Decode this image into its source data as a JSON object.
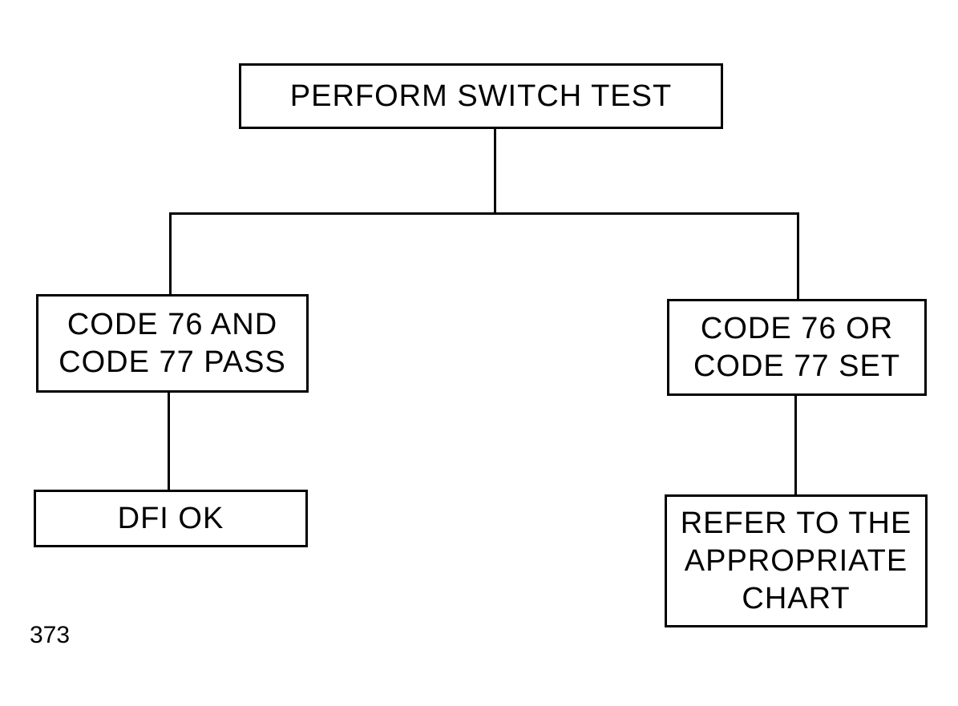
{
  "root": {
    "line1": "PERFORM SWITCH TEST"
  },
  "left_branch": {
    "condition": {
      "line1": "CODE 76 AND",
      "line2": "CODE 77 PASS"
    },
    "result": {
      "line1": "DFI OK"
    }
  },
  "right_branch": {
    "condition": {
      "line1": "CODE 76 OR",
      "line2": "CODE 77 SET"
    },
    "result": {
      "line1": "REFER TO THE",
      "line2": "APPROPRIATE",
      "line3": "CHART"
    }
  },
  "figure_number": "373"
}
